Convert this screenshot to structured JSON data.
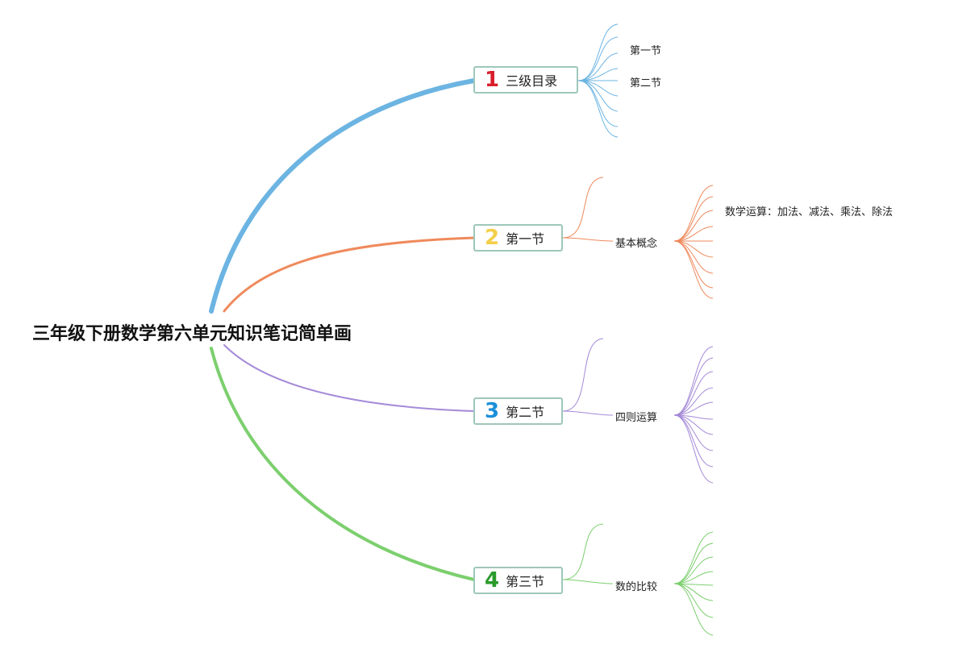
{
  "root": {
    "title": "三年级下册数学第六单元知识笔记简单画"
  },
  "branches": [
    {
      "number": "1",
      "label": "三级目录",
      "color": "#6cb4e2",
      "number_color": "#d81e2c",
      "children": [
        "第一节",
        "第二节"
      ]
    },
    {
      "number": "2",
      "label": "第一节",
      "color": "#ef8a5c",
      "number_color": "#f3cf4a",
      "sub": {
        "label": "基本概念",
        "children": [
          "数学运算：加法、减法、乘法、除法"
        ]
      }
    },
    {
      "number": "3",
      "label": "第二节",
      "color": "#a58ad8",
      "number_color": "#1c8fd8",
      "sub": {
        "label": "四则运算"
      }
    },
    {
      "number": "4",
      "label": "第三节",
      "color": "#7ccf6e",
      "number_color": "#2a9a2a",
      "sub": {
        "label": "数的比较"
      }
    }
  ]
}
